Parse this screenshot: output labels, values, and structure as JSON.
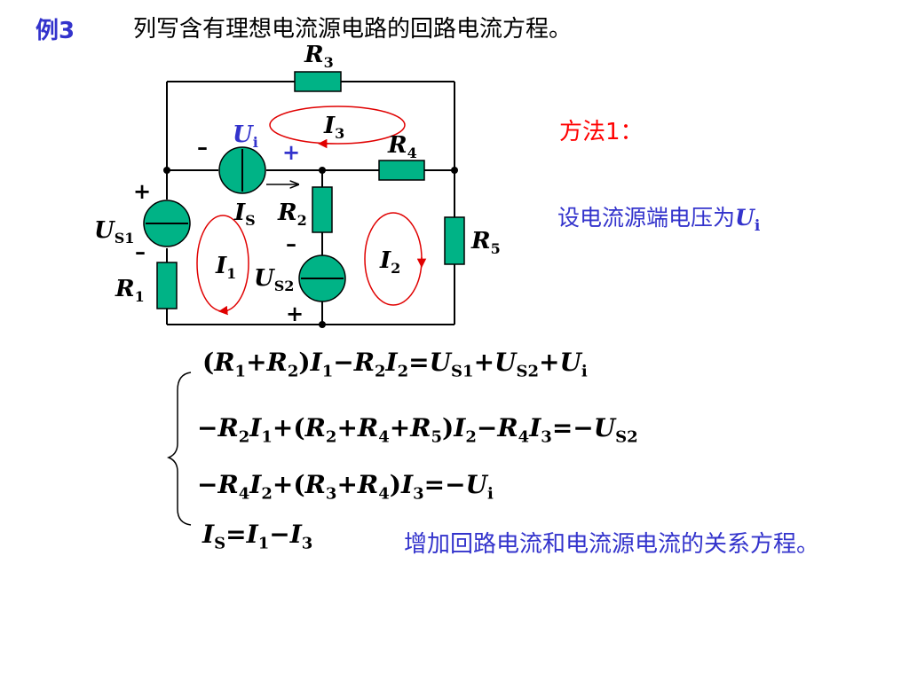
{
  "header": {
    "example_tag": "例3",
    "title": "列写含有理想电流源电路的回路电流方程。"
  },
  "method": {
    "label": "方法1：",
    "assume_prefix": "设电流源端电压为",
    "assume_var": "U",
    "assume_sub": "i"
  },
  "circuit": {
    "labels": {
      "R3": {
        "base": "R",
        "sub": "3"
      },
      "I3": {
        "base": "I",
        "sub": "3"
      },
      "Ui": {
        "base": "U",
        "sub": "i"
      },
      "R4": {
        "base": "R",
        "sub": "4"
      },
      "IS": {
        "base": "I",
        "sub": "S"
      },
      "R2": {
        "base": "R",
        "sub": "2"
      },
      "US1": {
        "base": "U",
        "sub": "S1"
      },
      "R5": {
        "base": "R",
        "sub": "5"
      },
      "I1": {
        "base": "I",
        "sub": "1"
      },
      "I2": {
        "base": "I",
        "sub": "2"
      },
      "US2": {
        "base": "U",
        "sub": "S2"
      },
      "R1": {
        "base": "R",
        "sub": "1"
      }
    },
    "signs": {
      "plus": "+",
      "minus": "–"
    },
    "colors": {
      "wire": "#000000",
      "element_fill": "#00b386",
      "loop_arrow": "#e00000",
      "ui_label": "#3333cc"
    }
  },
  "equations": [
    [
      {
        "t": "("
      },
      {
        "t": "R"
      },
      {
        "sub": "1"
      },
      {
        "t": "+"
      },
      {
        "t": "R"
      },
      {
        "sub": "2"
      },
      {
        "t": ")"
      },
      {
        "t": "I"
      },
      {
        "sub": "1"
      },
      {
        "t": "−"
      },
      {
        "t": "R"
      },
      {
        "sub": "2"
      },
      {
        "t": "I"
      },
      {
        "sub": "2"
      },
      {
        "t": "="
      },
      {
        "t": "U"
      },
      {
        "sub": "S1"
      },
      {
        "t": "+"
      },
      {
        "t": "U"
      },
      {
        "sub": "S2"
      },
      {
        "t": "+"
      },
      {
        "t": "U"
      },
      {
        "sub": "i"
      }
    ],
    [
      {
        "t": "−"
      },
      {
        "t": "R"
      },
      {
        "sub": "2"
      },
      {
        "t": "I"
      },
      {
        "sub": "1"
      },
      {
        "t": "+("
      },
      {
        "t": "R"
      },
      {
        "sub": "2"
      },
      {
        "t": "+"
      },
      {
        "t": "R"
      },
      {
        "sub": "4"
      },
      {
        "t": "+"
      },
      {
        "t": "R"
      },
      {
        "sub": "5"
      },
      {
        "t": ")"
      },
      {
        "t": "I"
      },
      {
        "sub": "2"
      },
      {
        "t": "−"
      },
      {
        "t": "R"
      },
      {
        "sub": "4"
      },
      {
        "t": "I"
      },
      {
        "sub": "3"
      },
      {
        "t": "=−"
      },
      {
        "t": "U"
      },
      {
        "sub": "S2"
      }
    ],
    [
      {
        "t": "−"
      },
      {
        "t": "R"
      },
      {
        "sub": "4"
      },
      {
        "t": "I"
      },
      {
        "sub": "2"
      },
      {
        "t": "+("
      },
      {
        "t": "R"
      },
      {
        "sub": "3"
      },
      {
        "t": "+"
      },
      {
        "t": "R"
      },
      {
        "sub": "4"
      },
      {
        "t": ")"
      },
      {
        "t": "I"
      },
      {
        "sub": "3"
      },
      {
        "t": "=−"
      },
      {
        "t": "U"
      },
      {
        "sub": "i"
      }
    ],
    [
      {
        "t": "I"
      },
      {
        "sub": "S"
      },
      {
        "t": "="
      },
      {
        "t": "I"
      },
      {
        "sub": "1"
      },
      {
        "t": "−"
      },
      {
        "t": "I"
      },
      {
        "sub": "3"
      }
    ]
  ],
  "note": "增加回路电流和电流源电流的关系方程。"
}
